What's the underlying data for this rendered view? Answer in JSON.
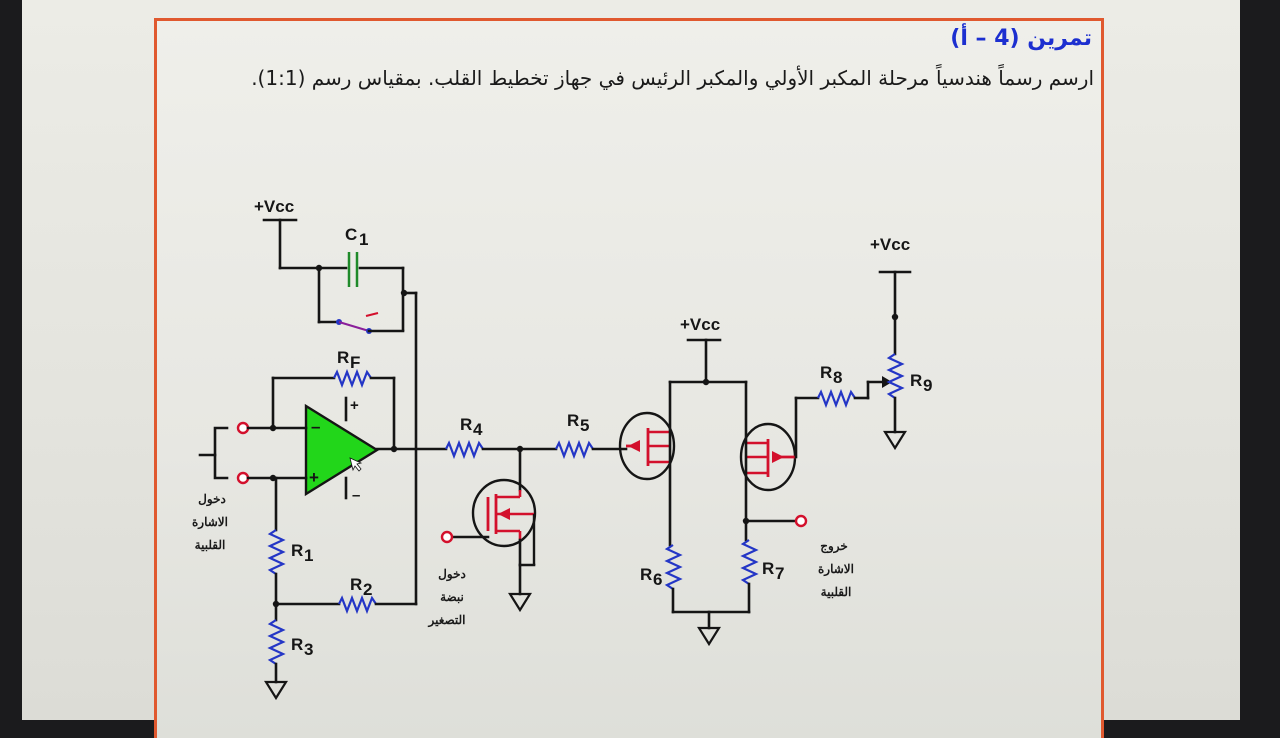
{
  "exercise": {
    "title": "تمرين (4 – أ)",
    "instruction": "ارسم رسماً هندسياً مرحلة المكبر الأولي والمكبر الرئيس في جهاز تخطيط القلب. بمقياس رسم (1:1)."
  },
  "labels": {
    "vcc": "+Vcc",
    "c1": "C",
    "c1_sub": "1",
    "rf": "R",
    "rf_sub": "F",
    "r1": "R",
    "r1_sub": "1",
    "r2": "R",
    "r2_sub": "2",
    "r3": "R",
    "r3_sub": "3",
    "r4": "R",
    "r4_sub": "4",
    "r5": "R",
    "r5_sub": "5",
    "r6": "R",
    "r6_sub": "6",
    "r7": "R",
    "r7_sub": "7",
    "r8": "R",
    "r8_sub": "8",
    "r9": "R",
    "r9_sub": "9",
    "opamp_minus": "–",
    "opamp_plus": "+",
    "supply_plus": "+",
    "supply_minus": "–"
  },
  "notes": {
    "input_signal": [
      "دخول",
      "الاشارة",
      "القلبية"
    ],
    "reset_pulse": [
      "دخول",
      "نبضة",
      "التصغير"
    ],
    "output_signal": [
      "خروج",
      "الاشارة",
      "القلبية"
    ]
  },
  "colors": {
    "border": "#e0592f",
    "title": "#1c2fd0",
    "wire": "#151515",
    "resistor": "#2436c6",
    "opamp_fill": "#22d61a",
    "mosfet": "#d3102c",
    "terminal": "#d3102c",
    "capacitor": "#1f8a2a"
  }
}
